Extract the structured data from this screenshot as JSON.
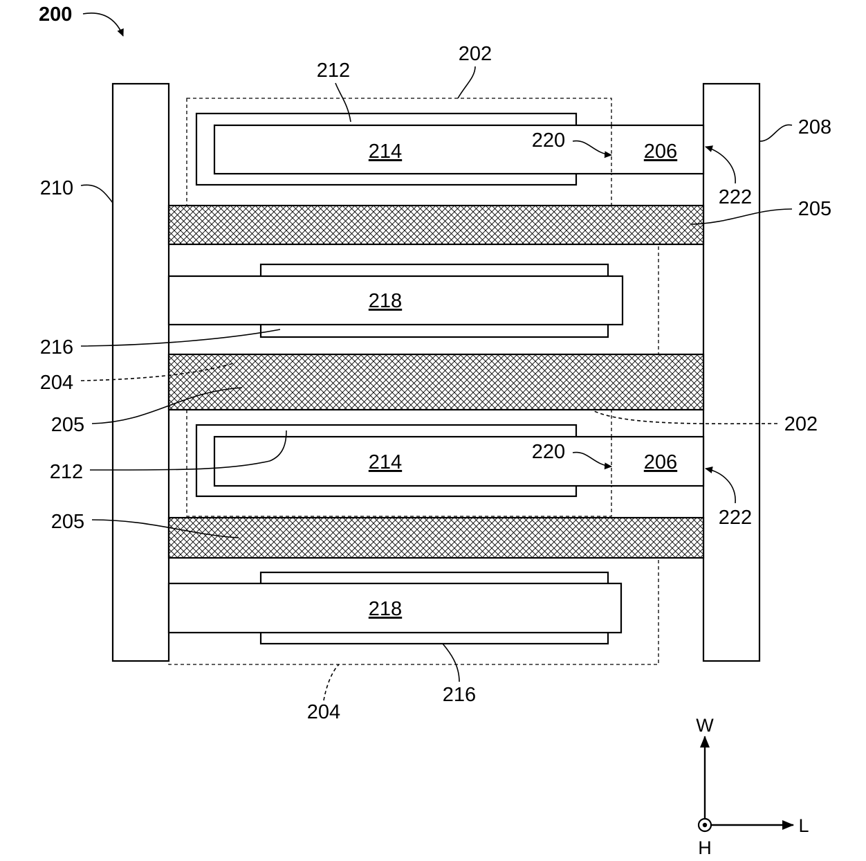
{
  "figure": {
    "figure_ref": "200",
    "current_collectors": {
      "left": "210",
      "right": "208"
    },
    "separator": "205",
    "cathode_region": "202",
    "anode_region": "204",
    "cathode_coating": "212",
    "cathode_layer": "214",
    "cathode_tab": "206",
    "anode_coating": "216",
    "anode_layer": "218",
    "interface_220": "220",
    "interface_222": "222"
  },
  "axes": {
    "up": "W",
    "right": "L",
    "out_of_page": "H"
  }
}
